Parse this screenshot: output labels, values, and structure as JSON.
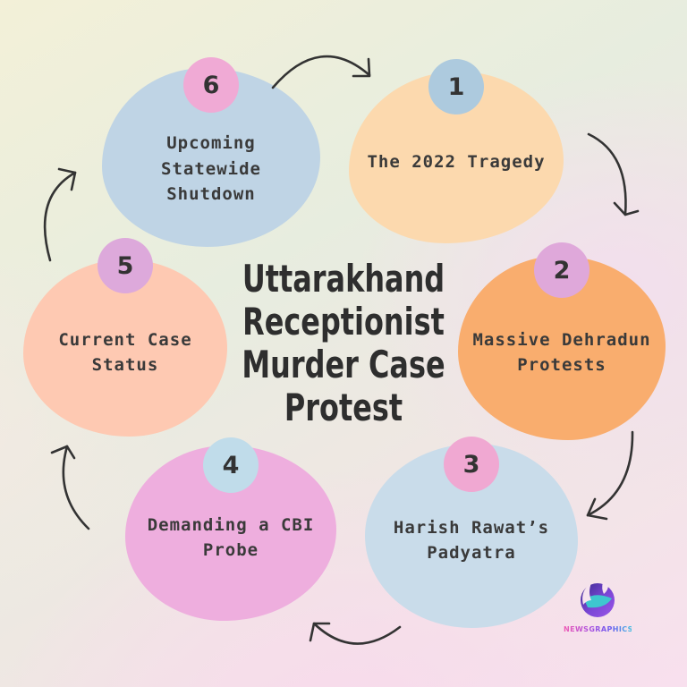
{
  "title": {
    "full": "Uttarakhand Receptionist Murder Case Protest",
    "lines": [
      "Uttarakhand",
      "Receptionist",
      "Murder Case",
      "Protest"
    ]
  },
  "items": [
    {
      "number": "1",
      "label": "The 2022 Tragedy",
      "blob_color": "#fcd9ae",
      "badge_color": "#adcade"
    },
    {
      "number": "2",
      "label": "Massive Dehradun Protests",
      "blob_color": "#f9ad6e",
      "badge_color": "#dfa8da"
    },
    {
      "number": "3",
      "label": "Harish Rawat’s Padyatra",
      "blob_color": "#c9dcea",
      "badge_color": "#f0a8d2"
    },
    {
      "number": "4",
      "label": "Demanding a CBI Probe",
      "blob_color": "#eeaede",
      "badge_color": "#c0dcea"
    },
    {
      "number": "5",
      "label": "Current Case Status",
      "blob_color": "#fec9b2",
      "badge_color": "#dda9db"
    },
    {
      "number": "6",
      "label": "Upcoming Statewide Shutdown",
      "blob_color": "#bfd4e5",
      "badge_color": "#f0aad5"
    }
  ],
  "colors": {
    "arrow": "#333333",
    "label_text": "#3a3a3a",
    "title_text": "#2e2e2e"
  },
  "watermark": {
    "brand": "NEWSGRAPHICS",
    "icon": "globe-icon"
  }
}
